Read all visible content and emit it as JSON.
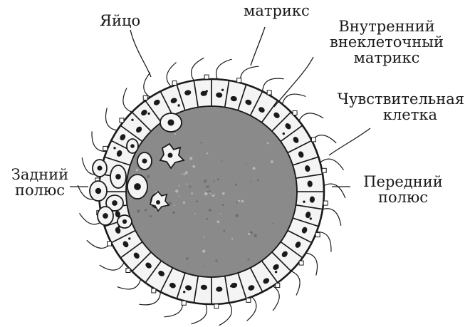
{
  "labels": {
    "egg": "Яйцо",
    "outer_matrix": "матрикс",
    "inner_matrix_1": "Внутренний",
    "inner_matrix_2": "внеклеточный",
    "inner_matrix_3": "матрикс",
    "sensory_1": "Чувствительная",
    "sensory_2": "клетка",
    "posterior_1": "Задний",
    "posterior_2": "полюс",
    "anterior_1": "Передний",
    "anterior_2": "полюс"
  },
  "colors": {
    "ink": "#1a1a1a",
    "cavity": "#8a8a8a",
    "cell_fill": "#f4f4f4",
    "paper": "#ffffff"
  }
}
